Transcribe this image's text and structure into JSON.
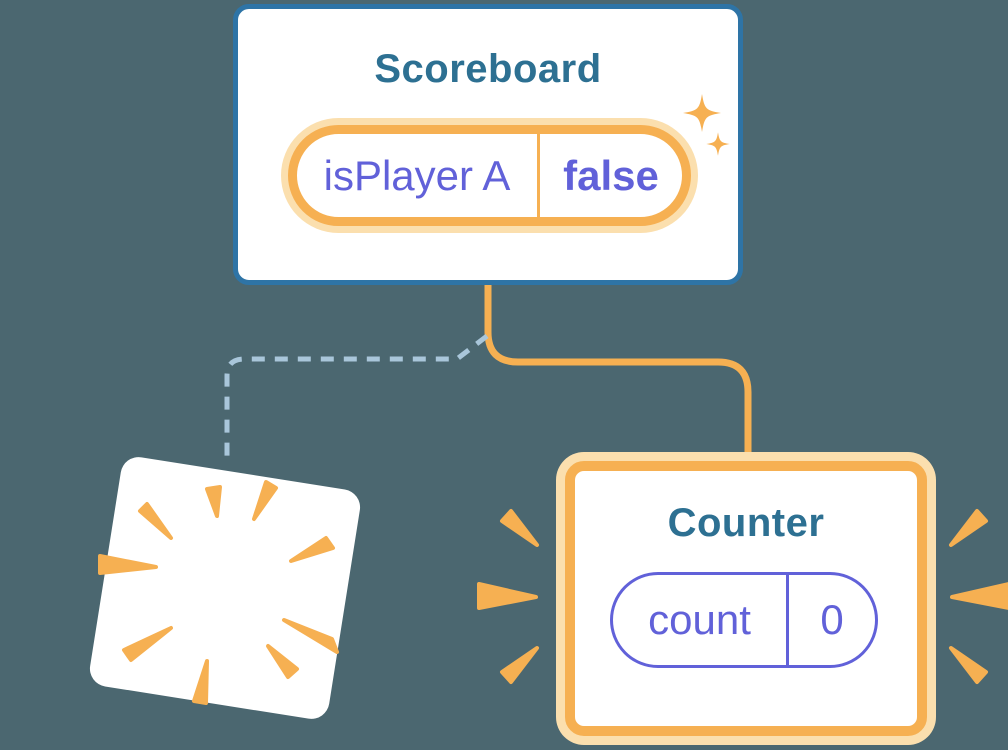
{
  "colors": {
    "bg": "#4B6770",
    "blue": "#2E74A6",
    "teal": "#2D7092",
    "orange": "#F6B052",
    "orangeLight": "#FBDFAE",
    "purple": "#6161D9",
    "dash": "#A9C6DA"
  },
  "scoreboard": {
    "title": "Scoreboard",
    "state": {
      "name": "isPlayer A",
      "value": "false"
    }
  },
  "counter": {
    "title": "Counter",
    "state": {
      "name": "count",
      "value": "0"
    }
  },
  "connections": [
    {
      "from": "Scoreboard",
      "to": "Counter",
      "style": "solid"
    },
    {
      "from": "Scoreboard",
      "to": "destroyed-component",
      "style": "dashed"
    }
  ],
  "icons": {
    "sparkle": "sparkle-icon",
    "poof": "poof-burst-icon",
    "emphasis": "emphasis-dash-icon"
  }
}
